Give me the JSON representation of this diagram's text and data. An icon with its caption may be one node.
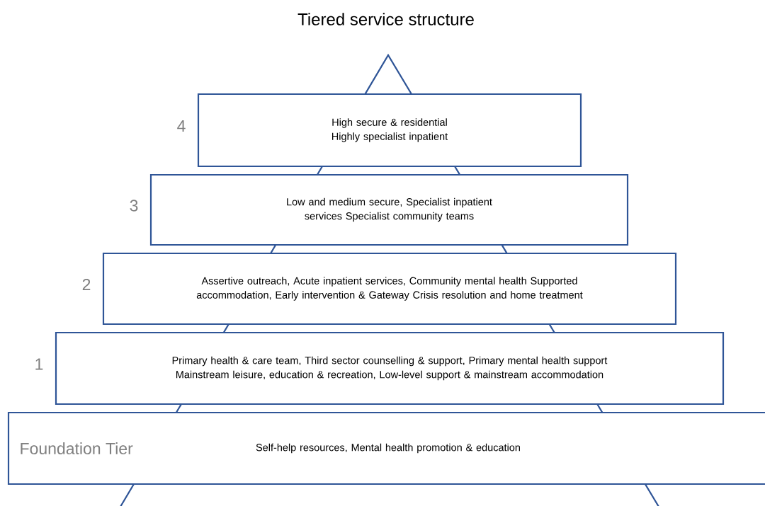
{
  "diagram": {
    "title": "Tiered service structure",
    "nodes": [
      {
        "text": [
          "High secure & residential Highly specialist inpatient"
        ],
        "beside": [
          "4"
        ]
      },
      {
        "text": [
          "Low and medium secure, Specialist inpatient services Specialist community teams"
        ],
        "beside": [
          "3"
        ]
      },
      {
        "text": [
          "Assertive outreach, Acute inpatient services, Community mental health Supported accommodation, Early intervention & Gateway Crisis resolution and home treatment"
        ],
        "beside": [
          "2"
        ]
      },
      {
        "text": [
          "Primary health & care team, Third sector counselling & support, Primary mental health support Mainstream leisure, education & recreation, Low-level support & mainstream accommodation"
        ],
        "beside": [
          "1"
        ]
      },
      {
        "text": [
          "Foundation Tier",
          "Self-help resources, Mental health promotion & education"
        ]
      }
    ]
  }
}
